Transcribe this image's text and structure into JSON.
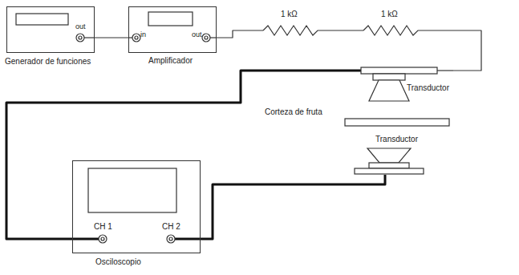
{
  "diagram": {
    "nodes": [
      {
        "text": [
          "Generador de funciones",
          "out"
        ]
      },
      {
        "text": [
          "Amplificador",
          "in",
          "out"
        ]
      },
      {
        "text": [
          "Transductor"
        ]
      },
      {
        "text": [
          "Corteza de fruta"
        ]
      },
      {
        "text": [
          "Transductor"
        ]
      },
      {
        "text": [
          "Osciloscopio",
          "CH 1",
          "CH 2"
        ]
      }
    ],
    "edges": [
      {
        "from": 0,
        "to": 1,
        "arrow": "none"
      },
      {
        "from": 1,
        "to": 2,
        "arrow": "none"
      },
      {
        "from": 5,
        "to": 2,
        "arrow": "none"
      },
      {
        "from": 5,
        "to": 4,
        "arrow": "none"
      }
    ],
    "labels": [
      "1 kΩ",
      "1 kΩ"
    ]
  }
}
